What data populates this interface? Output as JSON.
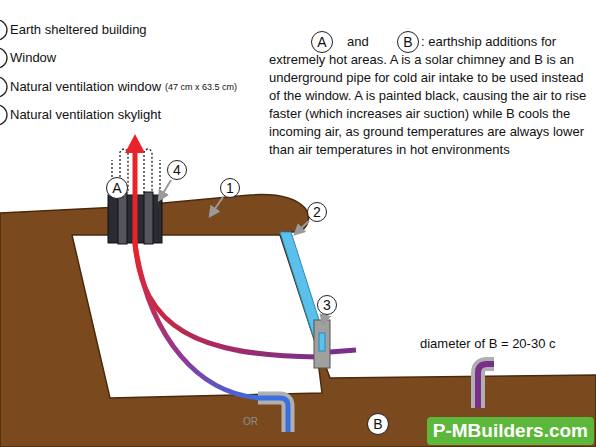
{
  "diagram": {
    "nodes": [
      {
        "text": [
          "A"
        ]
      },
      {
        "text": [
          "B"
        ]
      },
      {
        "text": [
          "A"
        ]
      },
      {
        "text": [
          "4"
        ]
      },
      {
        "text": [
          "1"
        ]
      },
      {
        "text": [
          "2"
        ]
      },
      {
        "text": [
          "3"
        ]
      },
      {
        "text": [
          "B"
        ]
      },
      {
        "text": [
          "P-MBuilders.com"
        ]
      }
    ],
    "labels": [
      "Earth sheltered building",
      "Window",
      "Natural ventilation window",
      "(47 cm x 63.5 cm)",
      "Natural ventilation skylight",
      "and",
      ": earthship additions for extremely hot areas. A is a solar chimney and B is an underground pipe for cold air intake to be used instead of the window. A is painted black, causing the air to rise faster (which increases air suction) while B cools the incoming air, as ground temperatures are always lower than air temperatures in hot environments",
      "diameter of B = 20-30 c",
      "OR"
    ]
  }
}
